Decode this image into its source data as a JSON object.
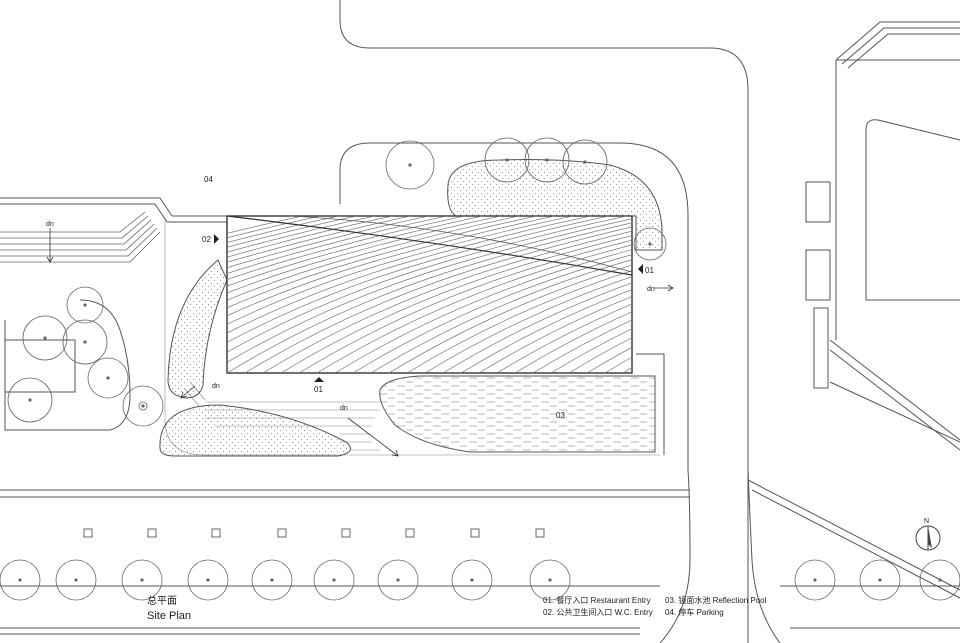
{
  "style": {
    "line_color": "#555555",
    "hatch_color": "#777777",
    "dot_color": "#9a9a9a",
    "background": "#ffffff"
  },
  "labels": {
    "zone_04": "04",
    "stair_dn_left": "dn",
    "entry_02": "02",
    "entry_01_right": "01",
    "dn_right": "dn",
    "entry_01_bottom": "01",
    "ramp_dn_left": "dn",
    "ramp_dn_center": "dn",
    "zone_03": "03",
    "north": "N"
  },
  "title": {
    "cn": "总平面",
    "en": "Site Plan"
  },
  "legend": [
    "01. 餐厅入口 Restaurant Entry",
    "02. 公共卫生间入口 W.C. Entry",
    "03. 镜面水池 Reflection Pool",
    "04. 停车 Parking"
  ]
}
